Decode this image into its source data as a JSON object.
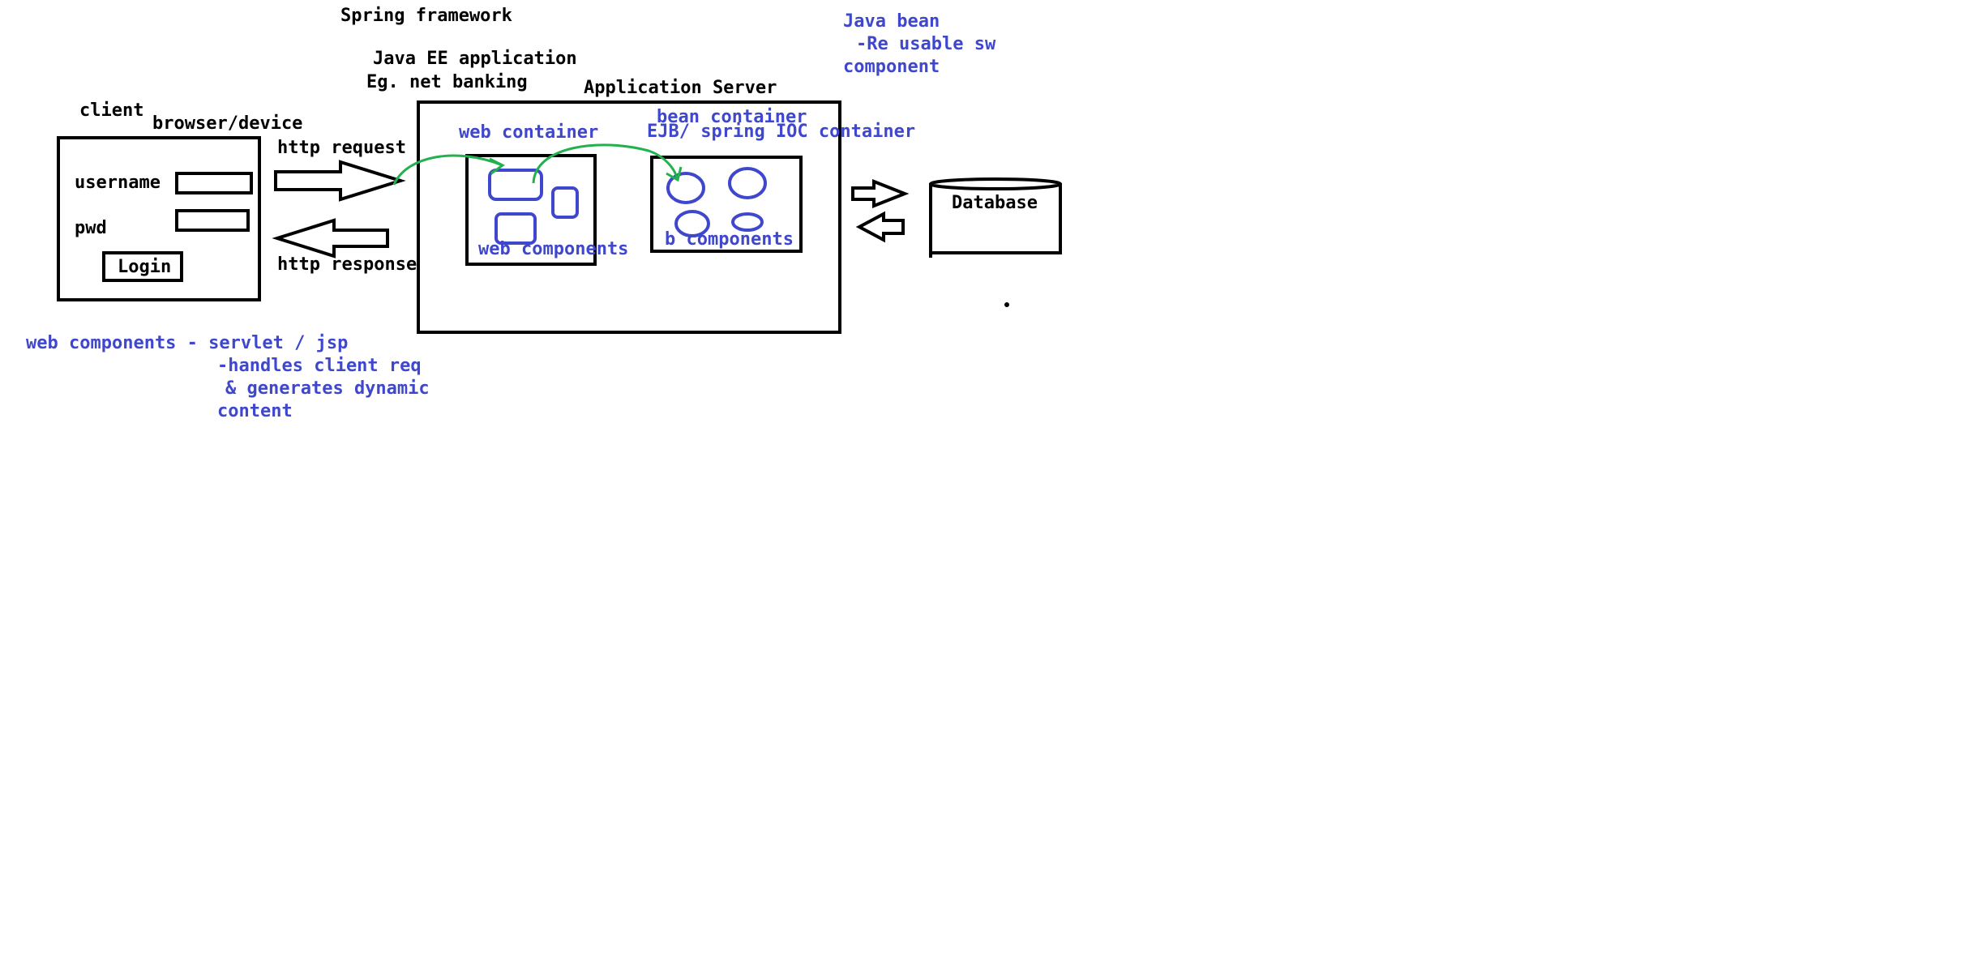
{
  "title": "Spring framework",
  "app": {
    "line1": "Java EE application",
    "line2": "Eg. net banking"
  },
  "java_bean": {
    "line1": "Java bean",
    "line2": "-Re usable sw",
    "line3": "component"
  },
  "client": {
    "label": "client",
    "sublabel": "browser/device",
    "username_label": "username",
    "pwd_label": "pwd",
    "login_label": "Login"
  },
  "http": {
    "request": "http request",
    "response": "http response"
  },
  "server": {
    "label": "Application Server",
    "web_container": "web container",
    "web_components": "web components",
    "bean_container": "bean container",
    "ejb_container": "EJB/ spring IOC container",
    "b_components": "b components"
  },
  "database": {
    "label": "Database"
  },
  "notes": {
    "line1": "web components - servlet / jsp",
    "line2": "-handles client req",
    "line3": "& generates dynamic",
    "line4": "content"
  },
  "colors": {
    "ink": "#000000",
    "annotation": "#3f48cc",
    "flow": "#22b14c"
  }
}
